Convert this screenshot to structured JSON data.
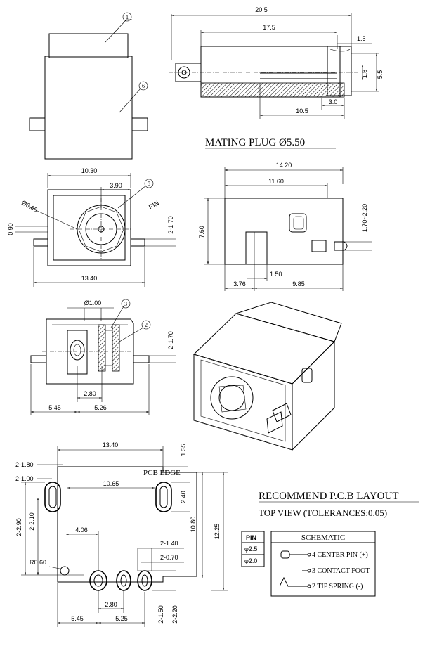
{
  "side_view": {
    "callouts": [
      "1",
      "6"
    ]
  },
  "top_right": {
    "dims": {
      "overall": "20.5",
      "body": "17.5",
      "tip": "1.5",
      "d1": "1.8",
      "d2": "5.5",
      "insert": "10.5",
      "front": "3.0"
    }
  },
  "mating_plug": {
    "text": "MATING PLUG Ø5.50"
  },
  "front_view": {
    "dims": {
      "width_top": "10.30",
      "half": "3.90",
      "bore": "Ø6.60",
      "offset": "0.90",
      "pin_label": "PIN",
      "pin_dim": "2-1.70",
      "width_bottom": "13.40"
    },
    "callout": "5"
  },
  "side_right": {
    "dims": {
      "width": "14.20",
      "inner": "11.60",
      "height": "7.60",
      "pin_range": "1.70~2.20",
      "pin_pos": "1.50",
      "base_left": "3.76",
      "base_right": "9.85"
    }
  },
  "section_view": {
    "dims": {
      "pin_dia": "Ø1.00",
      "pin_w": "2-1.70",
      "spacing": "2.80",
      "left": "5.45",
      "right": "5.26"
    },
    "callouts": [
      "3",
      "2"
    ]
  },
  "pcb_layout": {
    "dims": {
      "width": "13.40",
      "top": "1.35",
      "slot1": "2-1.80",
      "slot2": "2-1.00",
      "edge_label": "PCB EDGE",
      "slot_h": "2.40",
      "inner_w": "10.65",
      "h1": "10.80",
      "h2": "12.25",
      "v1": "2-2.90",
      "v2": "2-2.10",
      "center": "4.06",
      "p1": "2-1.40",
      "p2": "2-0.70",
      "radius": "R0.60",
      "pitch": "2.80",
      "b1": "2-1.50",
      "b2": "2-2.20",
      "left": "5.45",
      "right": "5.25"
    }
  },
  "layout_title": {
    "main": "RECOMMEND P.C.B LAYOUT",
    "sub": "TOP VIEW (TOLERANCES:0.05)"
  },
  "pin_table": {
    "header": "PIN",
    "rows": [
      "φ2.5",
      "φ2.0"
    ]
  },
  "schematic": {
    "title": "SCHEMATIC",
    "items": [
      "4 CENTER PIN (+)",
      "3 CONTACT FOOT",
      "2 TIP SPRING (-)"
    ]
  }
}
